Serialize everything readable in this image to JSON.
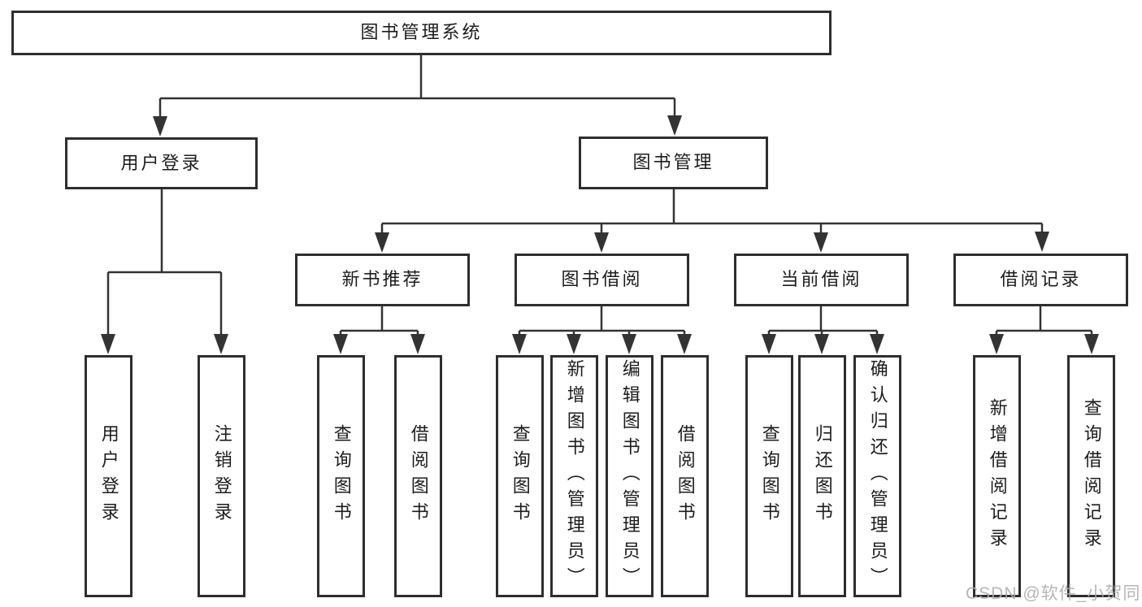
{
  "diagram": {
    "root": {
      "label": "图书管理系统"
    },
    "branches": [
      {
        "label": "用户登录",
        "children": [
          {
            "label": "用户登录"
          },
          {
            "label": "注销登录"
          }
        ]
      },
      {
        "label": "图书管理",
        "children": [
          {
            "label": "新书推荐",
            "children": [
              {
                "label": "查询图书"
              },
              {
                "label": "借阅图书"
              }
            ]
          },
          {
            "label": "图书借阅",
            "children": [
              {
                "label": "查询图书"
              },
              {
                "label": "新增图书（管理员）"
              },
              {
                "label": "编辑图书（管理员）"
              },
              {
                "label": "借阅图书"
              }
            ]
          },
          {
            "label": "当前借阅",
            "children": [
              {
                "label": "查询图书"
              },
              {
                "label": "归还图书"
              },
              {
                "label": "确认归还（管理员）"
              }
            ]
          },
          {
            "label": "借阅记录",
            "children": [
              {
                "label": "新增借阅记录"
              },
              {
                "label": "查询借阅记录"
              }
            ]
          }
        ]
      }
    ]
  },
  "watermark": {
    "text": "CSDN @软件_小贺同学"
  },
  "colors": {
    "line": "#333333",
    "border": "#2e2e2e",
    "text": "#1c1c1c",
    "background": "#ffffff",
    "watermark": "#acacac"
  }
}
